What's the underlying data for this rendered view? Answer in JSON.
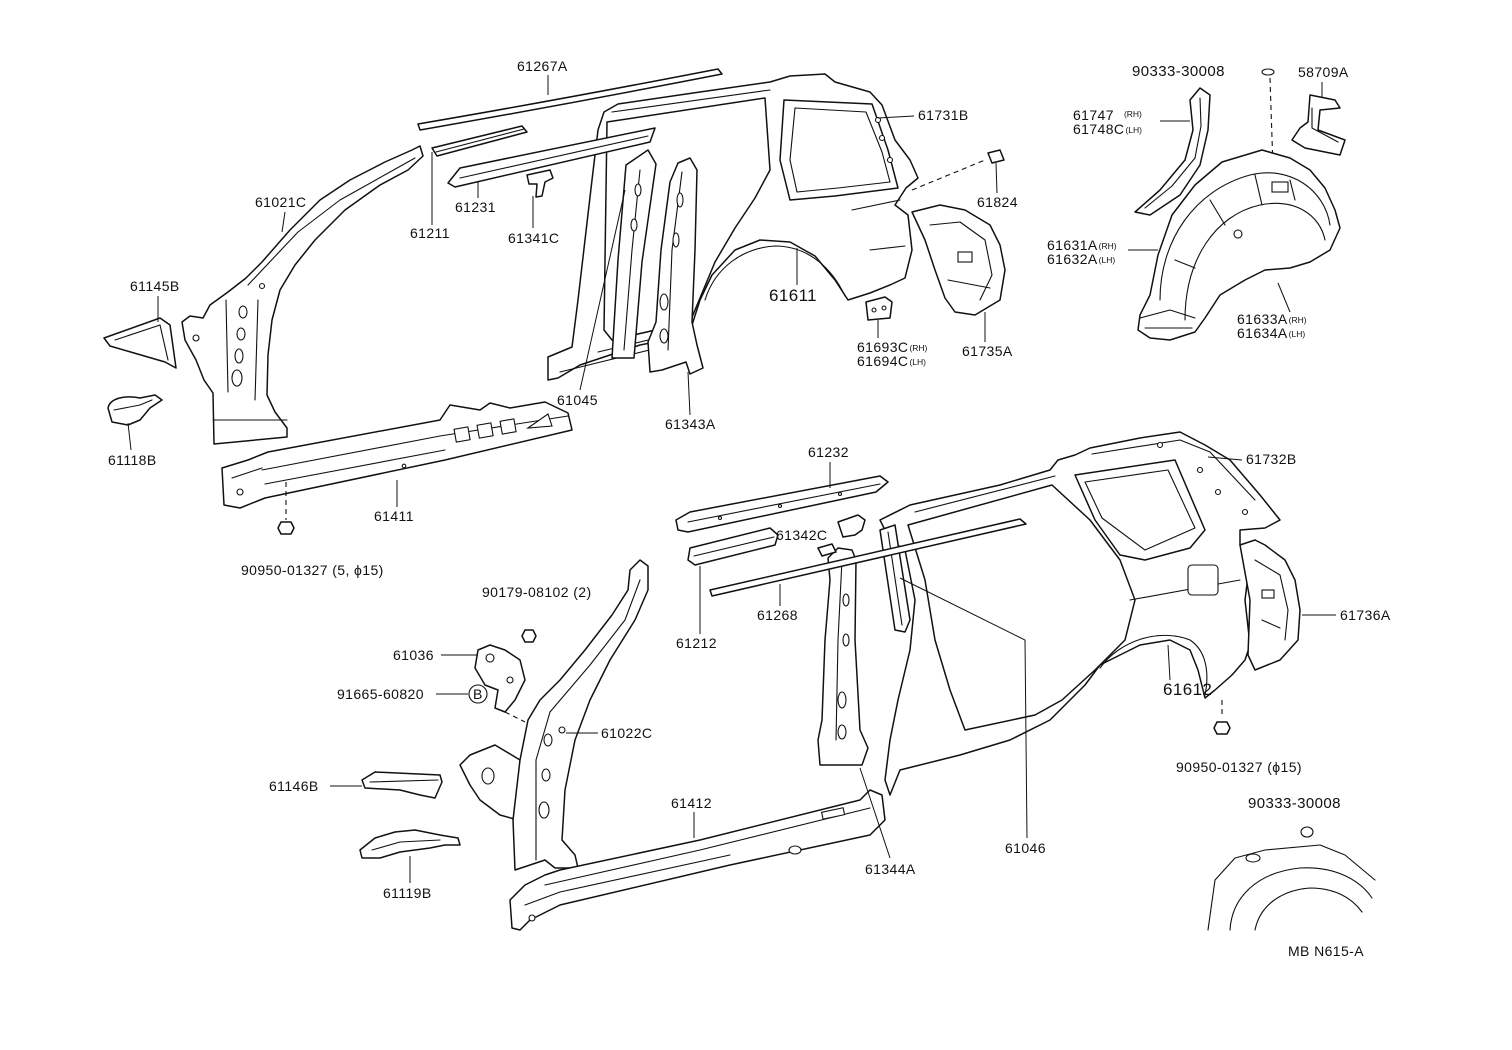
{
  "labels": {
    "p61267a": "61267A",
    "p61731b": "61731B",
    "p90333_top": "90333-30008",
    "p58709a": "58709A",
    "p61021c": "61021C",
    "p61231": "61231",
    "p61211": "61211",
    "p61341c": "61341C",
    "p61824": "61824",
    "p61611": "61611",
    "p61145b": "61145B",
    "p61735a": "61735A",
    "p61045": "61045",
    "p61343a": "61343A",
    "p61118b": "61118B",
    "p61232": "61232",
    "p61732b": "61732B",
    "p61411": "61411",
    "p61342c": "61342C",
    "p90950_left": "90950-01327 (5, ϕ15)",
    "p90179": "90179-08102 (2)",
    "p61212": "61212",
    "p61268": "61268",
    "p61736a": "61736A",
    "p61036": "61036",
    "p61612": "61612",
    "p91665": "91665-60820",
    "p61022c": "61022C",
    "p90950_right": "90950-01327 (ϕ15)",
    "p61146b": "61146B",
    "p61412": "61412",
    "p90333_bottom": "90333-30008",
    "p61046": "61046",
    "p61344a": "61344A",
    "p61119b": "61119B"
  },
  "sided": {
    "p61747": {
      "num": "61747",
      "side": "(RH)"
    },
    "p61748c": {
      "num": "61748C",
      "side": "(LH)"
    },
    "p61631a": {
      "num": "61631A",
      "side": "(RH)"
    },
    "p61632a": {
      "num": "61632A",
      "side": "(LH)"
    },
    "p61693c": {
      "num": "61693C",
      "side": "(RH)"
    },
    "p61694c": {
      "num": "61694C",
      "side": "(LH)"
    },
    "p61633a": {
      "num": "61633A",
      "side": "(RH)"
    },
    "p61634a": {
      "num": "61634A",
      "side": "(LH)"
    }
  },
  "callout_b": "B",
  "drawing_code": "MB N615-A"
}
